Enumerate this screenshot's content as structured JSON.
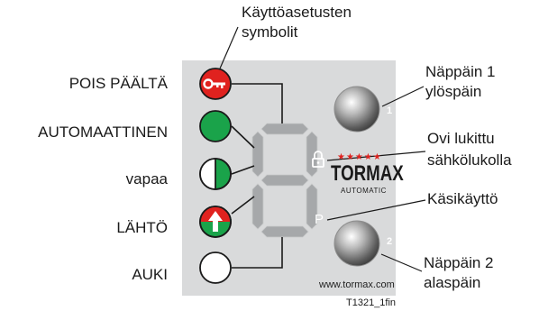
{
  "callouts": {
    "symbols_line1": "Käyttöasetusten",
    "symbols_line2": "symbolit",
    "button1_line1": "Näppäin 1",
    "button1_line2": "ylöspäin",
    "lock_line1": "Ovi lukittu",
    "lock_line2": "sähkölukolla",
    "manual": "Käsikäyttö",
    "button2_line1": "Näppäin 2",
    "button2_line2": "alaspäin"
  },
  "modes": [
    {
      "label": "POIS PÄÄLTÄ",
      "symbol": "key-icon",
      "color": "#e0221f"
    },
    {
      "label": "AUTOMAATTINEN",
      "symbol": "full-circle-icon",
      "color": "#1aa34a"
    },
    {
      "label": "vapaa",
      "symbol": "half-circle-icon",
      "color": "#1aa34a"
    },
    {
      "label": "LÄHTÖ",
      "symbol": "up-arrow-icon",
      "color": "#e0221f"
    },
    {
      "label": "AUKI",
      "symbol": "empty-circle-icon",
      "color": "#ffffff"
    }
  ],
  "panel": {
    "button1_number": "1",
    "button2_number": "2",
    "stars": "★★★★★",
    "brand": "TORMAX",
    "brand_sub": "AUTOMATIC",
    "manual_symbol": "P",
    "url": "www.tormax.com",
    "panel_color": "#d9dadb"
  },
  "figure_code": "T1321_1fin"
}
